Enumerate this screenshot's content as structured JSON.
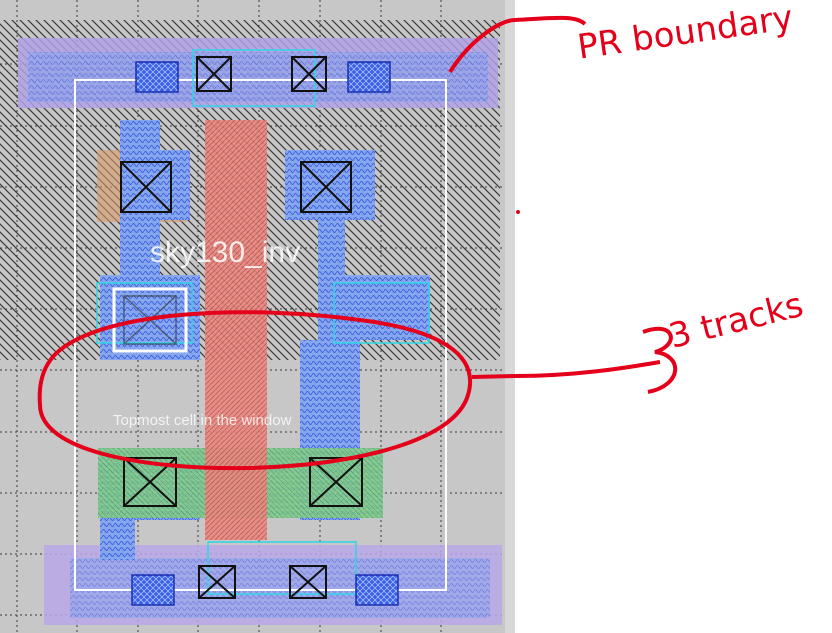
{
  "cell": {
    "name": "sky130_inv",
    "status_text": "Topmost cell in the window"
  },
  "annotations": {
    "pr_boundary_label": "PR boundary",
    "tracks_label": "3 tracks"
  },
  "colors": {
    "canvas_bg": "#c7c7c7",
    "metal_blue": "#4a72ef",
    "li_blue": "#7fa6ef",
    "poly_red": "#e07a74",
    "diff_green": "#7ed36f",
    "rail_purple": "#b6a7e8",
    "contact_cyan": "#2ed6e6",
    "annotation_red": "#e4001b"
  },
  "icons": {
    "contact": "x-box-contact-icon",
    "via": "hatched-via-icon"
  }
}
